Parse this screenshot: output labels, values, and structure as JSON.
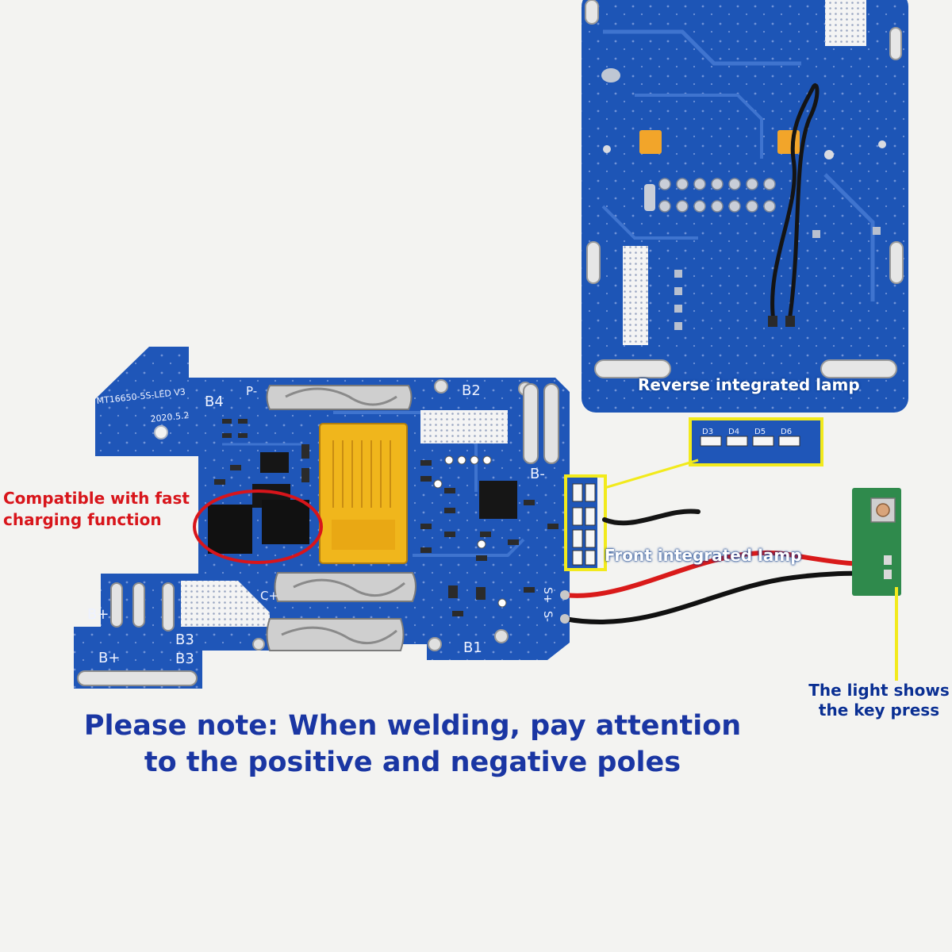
{
  "board_silkscreen": {
    "model_line1": "MT16650-5S-LED V3",
    "model_line2": "2020.5.2",
    "pad_b4": "B4",
    "pad_p_minus": "P-",
    "pad_b2": "B2",
    "pad_b_minus": "B-",
    "pad_b_plus_top": "B+",
    "pad_b_plus_bottom": "B+",
    "pad_b3_top": "B3",
    "pad_b3_bottom": "B3",
    "pad_c_plus": "C+",
    "pad_b1": "B1",
    "pad_s_plus": "S+",
    "pad_s_minus": "S-",
    "led_labels": [
      "D3",
      "D4",
      "D5",
      "D6"
    ]
  },
  "annotations": {
    "reverse_lamp": "Reverse integrated lamp",
    "front_lamp": "Front integrated lamp",
    "fast_charging_line1": "Compatible with fast",
    "fast_charging_line2": "charging function",
    "light_line1": "The light shows",
    "light_line2": "the key press"
  },
  "note": {
    "line1": "Please note: When welding, pay attention",
    "line2": "to the positive and negative poles"
  },
  "colors": {
    "background": "#f3f3f1",
    "pcb_blue": "#1f56b8",
    "highlight_yellow": "#f2ea1c",
    "callout_red": "#d8151b",
    "connector_yellow": "#f0b61c",
    "note_blue": "#1a36a3"
  }
}
